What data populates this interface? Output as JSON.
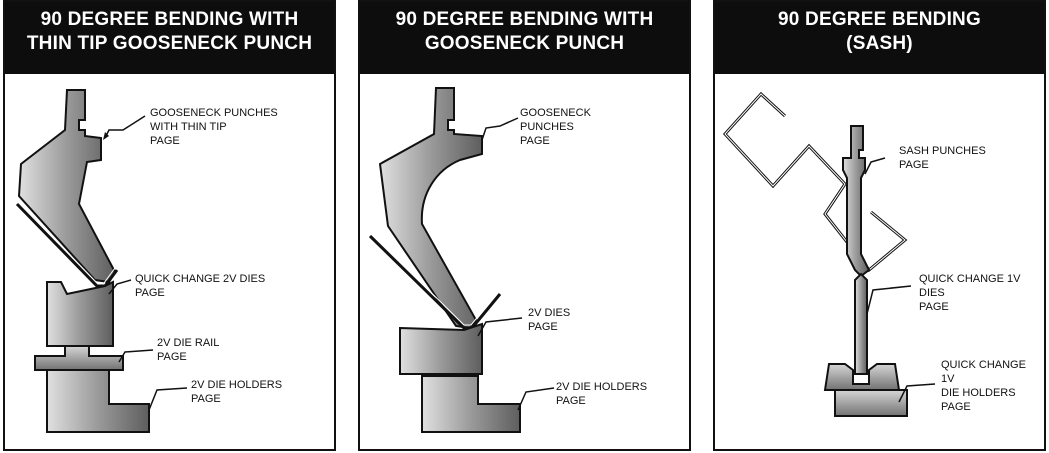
{
  "colors": {
    "header_bg": "#0d0d0d",
    "header_text": "#ffffff",
    "metal_light": "#c9c9c9",
    "metal_dark": "#6f6f6f",
    "outline": "#111111"
  },
  "panels": [
    {
      "title_line1": "90 DEGREE BENDING WITH",
      "title_line2": "THIN TIP GOOSENECK PUNCH",
      "labels": {
        "punch": [
          "GOOSENECK PUNCHES",
          "WITH THIN TIP",
          "PAGE"
        ],
        "dies": [
          "QUICK CHANGE 2V DIES",
          "PAGE"
        ],
        "rail": [
          "2V DIE RAIL",
          "PAGE"
        ],
        "holders": [
          "2V DIE HOLDERS",
          "PAGE"
        ]
      }
    },
    {
      "title_line1": "90 DEGREE BENDING WITH",
      "title_line2": "GOOSENECK PUNCH",
      "labels": {
        "punch": [
          "GOOSENECK",
          "PUNCHES",
          "PAGE"
        ],
        "dies": [
          "2V DIES",
          "PAGE"
        ],
        "holders": [
          "2V DIE HOLDERS",
          "PAGE"
        ]
      }
    },
    {
      "title_line1": "90 DEGREE BENDING",
      "title_line2": "(SASH)",
      "labels": {
        "punch": [
          "SASH PUNCHES",
          "PAGE"
        ],
        "dies": [
          "QUICK CHANGE 1V",
          "DIES",
          "PAGE"
        ],
        "holders": [
          "QUICK CHANGE",
          "1V",
          "DIE HOLDERS",
          "PAGE"
        ]
      }
    }
  ]
}
